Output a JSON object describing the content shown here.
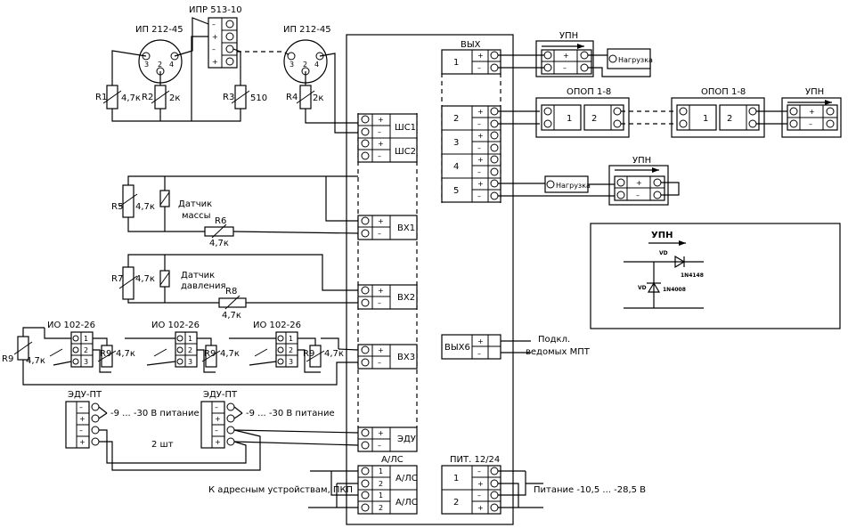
{
  "sensors": {
    "ip_left": "ИП 212-45",
    "ip_right": "ИП 212-45",
    "ipr": "ИПР 513-10",
    "pin3": "3",
    "pin2": "2",
    "pin4": "4",
    "mass_sensor": [
      "Датчик",
      "массы"
    ],
    "pressure_sensor": [
      "Датчик",
      "давления"
    ],
    "io": [
      "ИО 102-26",
      "ИО 102-26",
      "ИО 102-26"
    ],
    "edu": [
      "ЭДУ-ПТ",
      "ЭДУ-ПТ"
    ],
    "edu_supply": "-9 ... -30 В питание",
    "two_pcs": "2 шт"
  },
  "resistors": {
    "r1": "R1",
    "r1v": "4,7к",
    "r2": "R2",
    "r2v": "2к",
    "r3": "R3",
    "r3v": "510",
    "r4": "R4",
    "r4v": "2к",
    "r5": "R5",
    "r5v": "4,7к",
    "r6": "R6",
    "r6v": "4,7к",
    "r7": "R7",
    "r7v": "4,7к",
    "r8": "R8",
    "r8v": "4,7к",
    "r9": "R9",
    "r9v": "4,7к"
  },
  "device": {
    "shs1": "ШС1",
    "shs2": "ШС2",
    "vh1": "ВХ1",
    "vh2": "ВХ2",
    "vh3": "ВХ3",
    "edu": "ЭДУ",
    "als_header": "А/ЛС",
    "als": "А/ЛС",
    "vyh_header": "ВЫХ",
    "outs": [
      "1",
      "2",
      "3",
      "4",
      "5"
    ],
    "vyh6": "ВЫХ6",
    "pit_header": "ПИТ. 12/24",
    "pit": [
      "1",
      "2"
    ]
  },
  "terms": {
    "plus": "+",
    "minus": "–",
    "n1": "1",
    "n2": "2",
    "n3": "3"
  },
  "outputs": {
    "upn": "УПН",
    "load": "Нагрузка",
    "opop": "ОПОП 1-8",
    "slaves": [
      "Подкл.",
      "ведомых МПТ"
    ],
    "power_in": "Питание -10,5 ... -28,5 В",
    "address_devices": "К адресным устройствам, ПКП"
  },
  "upn_inset": {
    "title": "УПН",
    "vd": "VD",
    "d1": "1N4148",
    "d2": "1N4008"
  }
}
